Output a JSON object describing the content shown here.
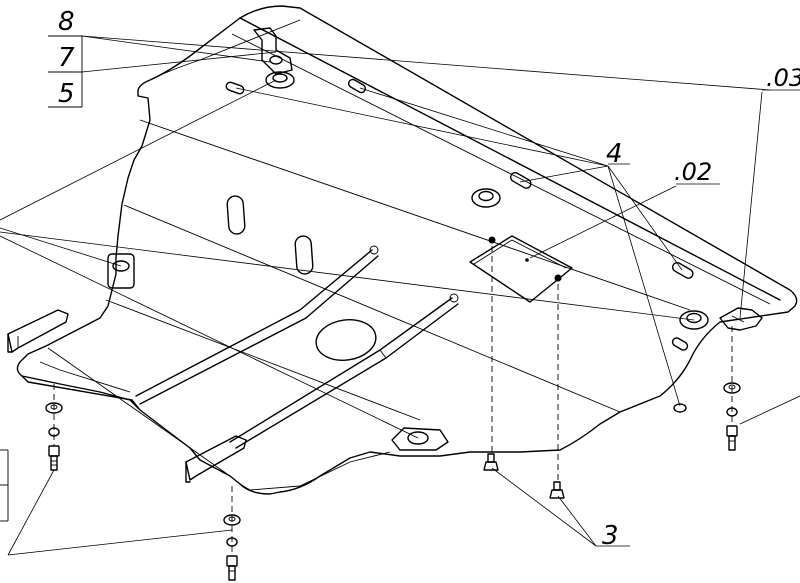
{
  "diagram": {
    "callouts": {
      "label_8": "8",
      "label_7": "7",
      "label_5": "5",
      "label_03": ".03",
      "label_4": "4",
      "label_02": ".02",
      "label_3": "3"
    }
  }
}
